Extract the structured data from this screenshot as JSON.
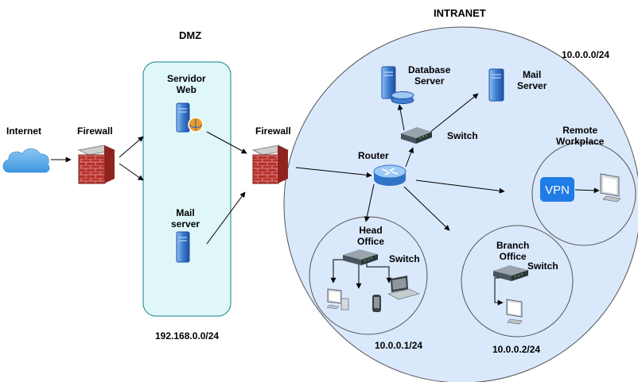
{
  "titles": {
    "dmz": "DMZ",
    "intranet": "INTRANET"
  },
  "nodes": {
    "internet": "Internet",
    "firewall_1": "Firewall",
    "firewall_2": "Firewall",
    "web_server": "Servidor\nWeb",
    "dmz_mail_server": "Mail\nserver",
    "database_server": "Database\nServer",
    "mail_server": "Mail\nServer",
    "core_switch": "Switch",
    "router": "Router",
    "remote_workplace": "Remote\nWorkplace",
    "vpn": "VPN",
    "head_office": "Head\nOffice",
    "head_office_switch": "Switch",
    "branch_office": "Branch\nOffice",
    "branch_office_switch": "Switch"
  },
  "networks": {
    "dmz": "192.168.0.0/24",
    "intranet": "10.0.0.0/24",
    "head_office": "10.0.0.1/24",
    "branch_office": "10.0.0.2/24"
  },
  "colors": {
    "dmz_fill": "#e0f7fa",
    "dmz_stroke": "#0e8088",
    "intranet_fill": "#dae8fc",
    "office_fill": "#dae8fc",
    "firewall_brick": "#b7322d",
    "cloud": "#3d96e0",
    "vpn": "#1f7ce6",
    "server": "#3f7dd0"
  }
}
